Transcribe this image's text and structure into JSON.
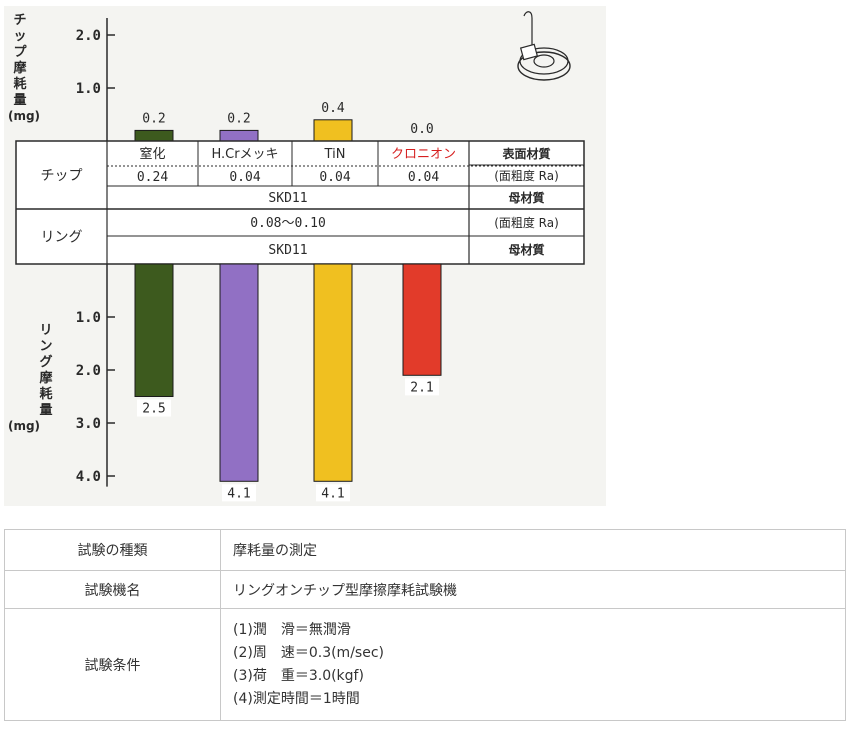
{
  "chart_data": {
    "type": "bar",
    "top": {
      "ylabel": [
        "チ",
        "ッ",
        "プ",
        "摩",
        "耗",
        "量",
        "(mg)"
      ],
      "ticks": [
        1.0,
        2.0
      ],
      "tick_labels": [
        "1.0",
        "2.0"
      ],
      "categories": [
        "窒化",
        "H.Crメッキ",
        "TiN",
        "クロニオン"
      ],
      "values": [
        0.2,
        0.2,
        0.4,
        0.0
      ],
      "value_labels": [
        "0.2",
        "0.2",
        "0.4",
        "0.0"
      ],
      "colors": [
        "#3d5a1e",
        "#9170c4",
        "#f0c020",
        "#e23b2a"
      ]
    },
    "bottom": {
      "ylabel": [
        "リ",
        "ン",
        "グ",
        "摩",
        "耗",
        "量",
        "(mg)"
      ],
      "ticks": [
        1.0,
        2.0,
        3.0,
        4.0
      ],
      "tick_labels": [
        "1.0",
        "2.0",
        "3.0",
        "4.0"
      ],
      "values": [
        2.5,
        4.1,
        4.1,
        2.1
      ],
      "value_labels": [
        "2.5",
        "4.1",
        "4.1",
        "2.1"
      ],
      "colors": [
        "#3d5a1e",
        "#9170c4",
        "#f0c020",
        "#e23b2a"
      ]
    },
    "spec_table": {
      "chip_label": "チップ",
      "ring_label": "リング",
      "chip_roughness": [
        "0.24",
        "0.04",
        "0.04",
        "0.04"
      ],
      "chip_base_material": "SKD11",
      "ring_roughness": "0.08～0.10",
      "ring_base_material": "SKD11",
      "header_surface": "表面材質",
      "header_roughness": "(面粗度 Ra)",
      "header_base": "母材質",
      "highlight_color": "#d62020"
    }
  },
  "test_info": {
    "rows": [
      {
        "label": "試験の種類",
        "value": "摩耗量の測定"
      },
      {
        "label": "試験機名",
        "value": "リングオンチップ型摩擦摩耗試験機"
      }
    ],
    "conditions_label": "試験条件",
    "conditions": [
      "(1)潤　滑＝無潤滑",
      "(2)周　速＝0.3(m/sec)",
      "(3)荷　重＝3.0(kgf)",
      "(4)測定時間＝1時間"
    ]
  }
}
